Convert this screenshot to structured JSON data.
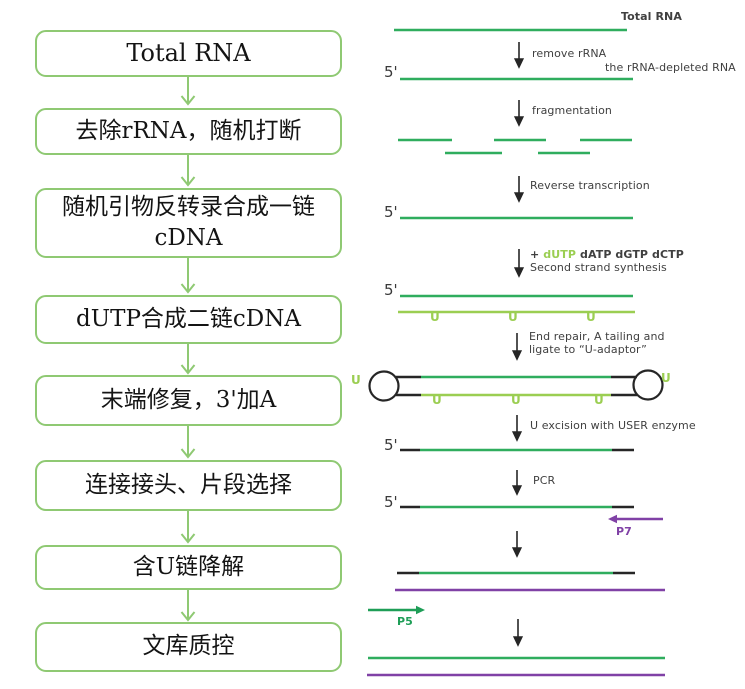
{
  "colors": {
    "dark_green": "#2FAD5E",
    "light_green": "#9BCE52",
    "flow_border_green": "#8FC973",
    "purple": "#8041A6",
    "line_black": "#262626",
    "label_gray": "#404040"
  },
  "flowchart": {
    "steps": [
      {
        "label": "Total RNA"
      },
      {
        "label": "去除rRNA，随机打断"
      },
      {
        "label": "随机引物反转录合成一链cDNA"
      },
      {
        "label": "dUTP合成二链cDNA"
      },
      {
        "label": "末端修复，3'加A"
      },
      {
        "label": "连接接头、片段选择"
      },
      {
        "label": "含U链降解"
      },
      {
        "label": "文库质控"
      }
    ]
  },
  "diagram": {
    "five_prime": "5'",
    "u": "U",
    "labels": {
      "total_rna": "Total RNA",
      "remove_rrna": "remove rRNA",
      "rrna_depleted": "the rRNA-depleted RNA",
      "fragmentation": "fragmentation",
      "reverse_transcription": "Reverse transcription",
      "plus": "+",
      "dutp": "dUTP",
      "dntps": "dATP dGTP dCTP",
      "second_strand": "Second strand synthesis",
      "end_repair_1": "End repair, A tailing  and",
      "end_repair_2": "ligate to “U-adaptor”",
      "u_excision": "U excision with USER enzyme",
      "pcr": "PCR",
      "p7": "P7",
      "p5": "P5"
    }
  }
}
